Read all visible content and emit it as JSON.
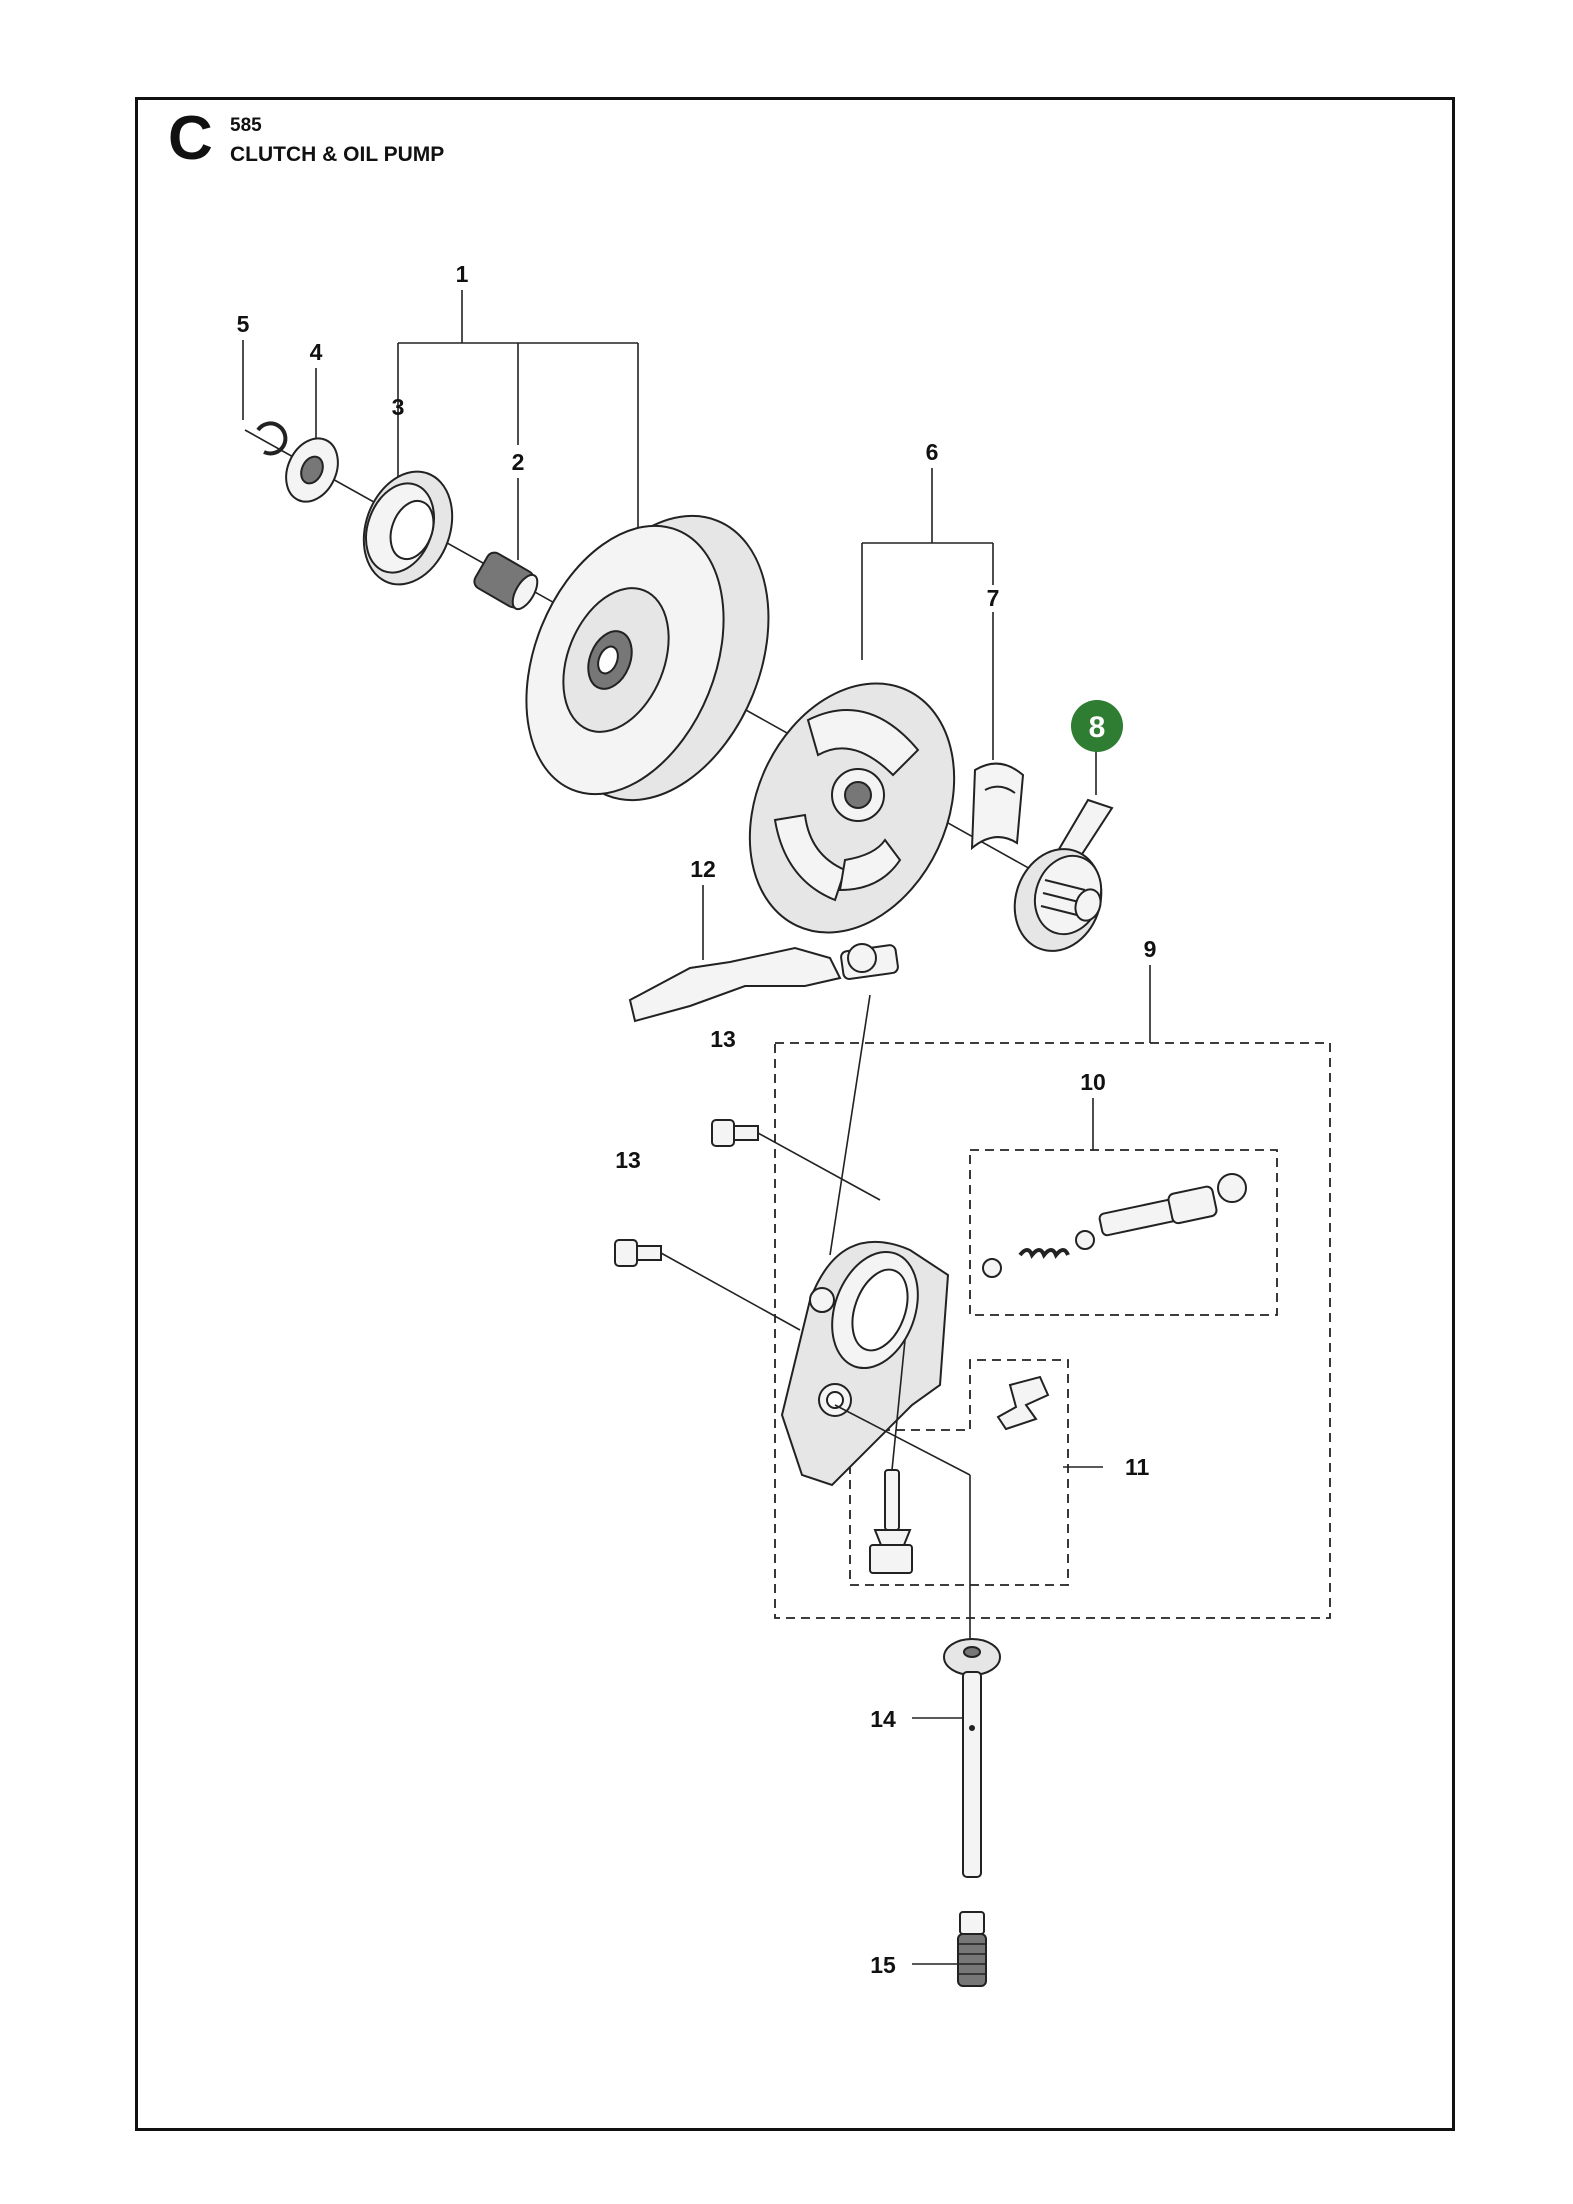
{
  "header": {
    "section_letter": "C",
    "page_code": "585",
    "title": "CLUTCH & OIL PUMP"
  },
  "callouts": {
    "c1": "1",
    "c2": "2",
    "c3": "3",
    "c4": "4",
    "c5": "5",
    "c6": "6",
    "c7": "7",
    "c8": "8",
    "c9": "9",
    "c10": "10",
    "c11": "11",
    "c12": "12",
    "c13a": "13",
    "c13b": "13",
    "c14": "14",
    "c15": "15"
  },
  "colors": {
    "highlight": "#2e7d32",
    "ink": "#111111"
  }
}
